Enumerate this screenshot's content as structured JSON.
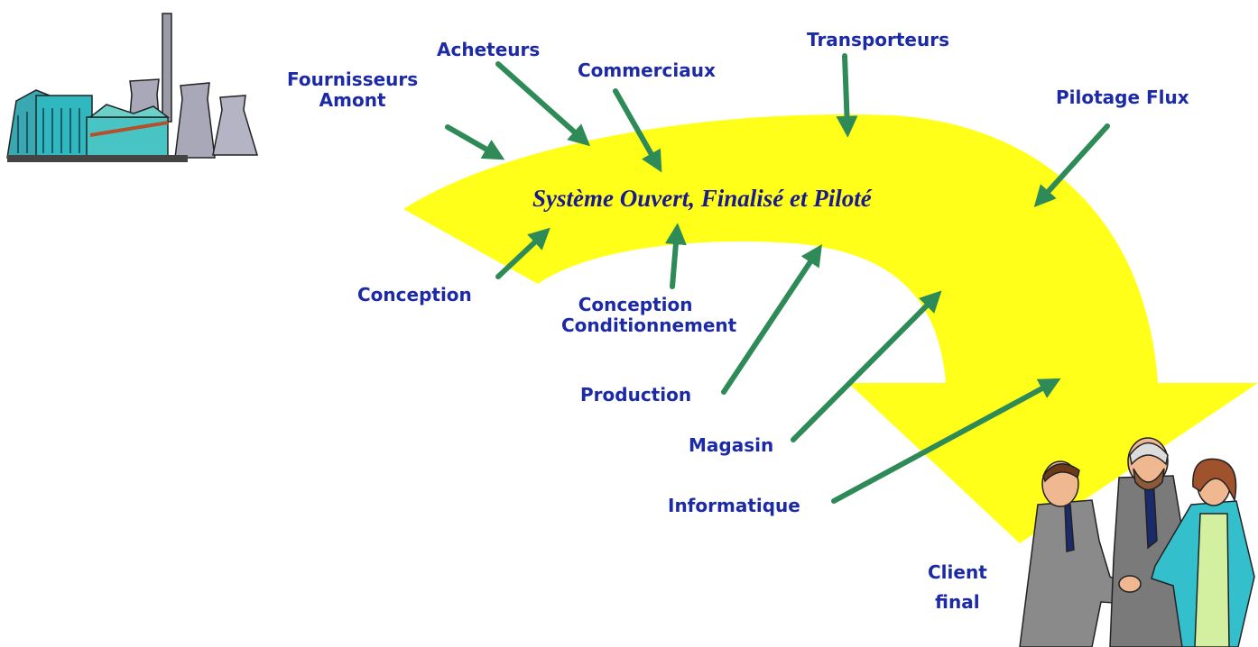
{
  "diagram": {
    "title": "Système Ouvert, Finalisé et Piloté",
    "colors": {
      "flow_arrow": "#ffff1a",
      "pointer_arrows": "#2e8b57",
      "label_text": "#1c2aa6",
      "title_text": "#1a1a8c"
    },
    "actors": {
      "fournisseurs": [
        "Fournisseurs",
        "Amont"
      ],
      "acheteurs": "Acheteurs",
      "commerciaux": "Commerciaux",
      "transporteurs": "Transporteurs",
      "pilotage": "Pilotage Flux",
      "conception": "Conception",
      "conditionnement": [
        "Conception",
        "Conditionnement"
      ],
      "production": "Production",
      "magasin": "Magasin",
      "informatique": "Informatique",
      "client": [
        "Client",
        "final"
      ]
    },
    "icons": {
      "origin": "factory-icon",
      "destination": "handshake-people-icon"
    }
  }
}
